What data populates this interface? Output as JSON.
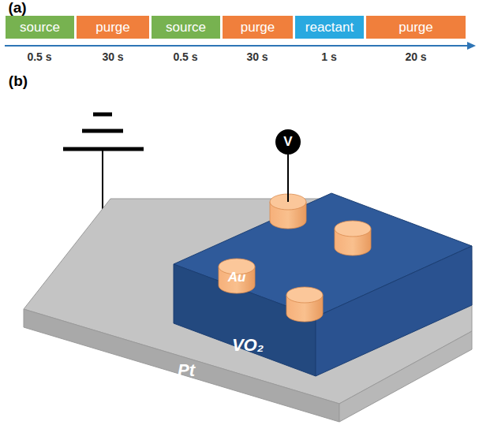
{
  "diagram": {
    "nodes": [
      {
        "text": [
          "source"
        ]
      },
      {
        "text": [
          "purge"
        ]
      },
      {
        "text": [
          "source"
        ]
      },
      {
        "text": [
          "purge"
        ]
      },
      {
        "text": [
          "reactant"
        ]
      },
      {
        "text": [
          "purge"
        ]
      },
      {
        "text": [
          "V"
        ]
      }
    ],
    "labels": [
      "(a)",
      "0.5 s",
      "30 s",
      "0.5 s",
      "30 s",
      "1 s",
      "20 s",
      "(b)",
      "Au",
      "VO₂",
      "Pt"
    ]
  }
}
